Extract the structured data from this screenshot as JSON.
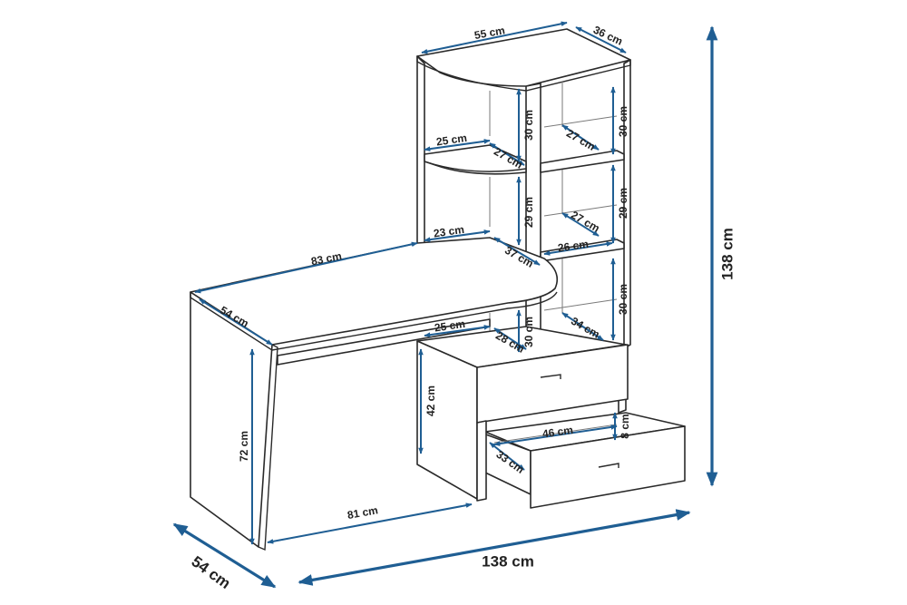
{
  "colors": {
    "dimension_arrow": "#1f5e93",
    "furniture_outline": "#2a2a2a",
    "label_text": "#222222",
    "background": "#ffffff"
  },
  "dimensions": [
    {
      "id": "overall-height",
      "label": "138 cm"
    },
    {
      "id": "overall-width",
      "label": "138 cm"
    },
    {
      "id": "overall-depth",
      "label": "54 cm"
    },
    {
      "id": "desk-top-length",
      "label": "83 cm"
    },
    {
      "id": "desk-top-depth",
      "label": "54 cm"
    },
    {
      "id": "desk-height",
      "label": "72 cm"
    },
    {
      "id": "desk-knee-width",
      "label": "81 cm"
    },
    {
      "id": "shelf-top-width",
      "label": "55 cm"
    },
    {
      "id": "shelf-top-depth",
      "label": "36 cm"
    },
    {
      "id": "left-shelf-1-width",
      "label": "25 cm"
    },
    {
      "id": "left-shelf-1-depth",
      "label": "27 cm"
    },
    {
      "id": "left-upper-height",
      "label": "30 cm"
    },
    {
      "id": "left-middle-height",
      "label": "29 cm"
    },
    {
      "id": "desk-level-width",
      "label": "23 cm"
    },
    {
      "id": "desk-level-depth",
      "label": "37 cm"
    },
    {
      "id": "left-lower-width",
      "label": "25 cm"
    },
    {
      "id": "left-lower-depth",
      "label": "28 cm"
    },
    {
      "id": "left-lower-height",
      "label": "30 cm"
    },
    {
      "id": "right-upper-height",
      "label": "30 cm"
    },
    {
      "id": "right-upper-depth",
      "label": "27 cm"
    },
    {
      "id": "right-middle-height",
      "label": "29 cm"
    },
    {
      "id": "right-middle-depth",
      "label": "27 cm"
    },
    {
      "id": "right-middle-width",
      "label": "26 cm"
    },
    {
      "id": "right-lower-height",
      "label": "30 cm"
    },
    {
      "id": "right-lower-depth",
      "label": "34 cm"
    },
    {
      "id": "cabinet-height",
      "label": "42 cm"
    },
    {
      "id": "drawer-width",
      "label": "46 cm"
    },
    {
      "id": "drawer-height",
      "label": "8 cm"
    },
    {
      "id": "drawer-depth",
      "label": "33 cm"
    }
  ]
}
